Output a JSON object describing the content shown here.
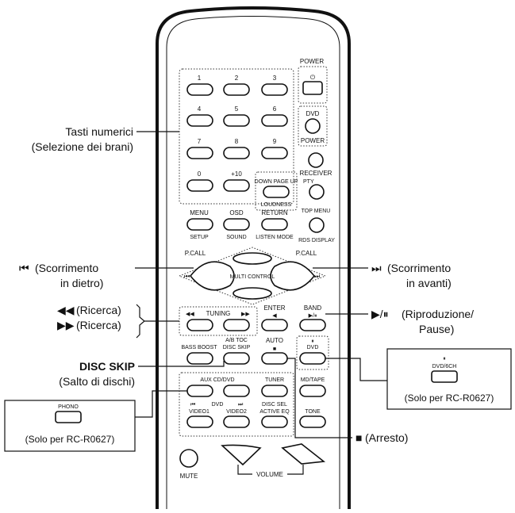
{
  "remote": {
    "numbers": [
      "1",
      "2",
      "3",
      "4",
      "5",
      "6",
      "7",
      "8",
      "9",
      "0",
      "+10"
    ],
    "power": "POWER",
    "power_symbol": "⏻",
    "dvd": "DVD",
    "dvd_power": "POWER",
    "receiver": "RECEIVER",
    "down_page_up": "DOWN PAGE UP",
    "pty": "PTY",
    "loudness": "LOUDNESS",
    "top_menu": "TOP MENU",
    "menu": "MENU",
    "osd": "OSD",
    "return": "RETURN",
    "setup": "SETUP",
    "sound": "SOUND",
    "listen_mode": "LISTEN MODE",
    "rds_display": "RDS DISPLAY",
    "pcall_left": "P.CALL",
    "pcall_right": "P.CALL",
    "multi_control": "MULTI CONTROL",
    "tuning": "TUNING",
    "enter": "ENTER",
    "auto": "AUTO",
    "band": "BAND",
    "bass_boost": "BASS BOOST",
    "ab_disc_skip_top": "A/B TOC",
    "disc_skip": "DISC SKIP",
    "dvd_small": "DVD",
    "aux_cd_dvd": "AUX CD/DVD",
    "tuner": "TUNER",
    "md_tape": "MD/TAPE",
    "dvd_transport": "DVD",
    "video1": "VIDEO1",
    "video2": "VIDEO2",
    "disc_sel": "DISC SEL",
    "active_eq": "ACTIVE EQ",
    "tone": "TONE",
    "mute": "MUTE",
    "volume": "VOLUME"
  },
  "callouts": {
    "numeric_keys": "Tasti numerici",
    "numeric_keys_sub": "(Selezione dei brani)",
    "skip_back_prefix": "⏮",
    "skip_back": "(Scorrimento",
    "skip_back_sub": "in dietro)",
    "skip_fwd_prefix": "⏭",
    "skip_fwd": "(Scorrimento",
    "skip_fwd_sub": "in avanti)",
    "search_back_prefix": "◀◀",
    "search_back": "(Ricerca)",
    "search_fwd_prefix": "▶▶",
    "search_fwd": "(Ricerca)",
    "play_pause_prefix": "▶/⏸",
    "play_pause": "(Riproduzione/",
    "play_pause_sub": "Pause)",
    "disc_skip": "DISC SKIP",
    "disc_skip_sub": "(Salto di dischi)",
    "stop_prefix": "■",
    "stop": "(Arresto)"
  },
  "insets": {
    "right_button": "DVD/6CH",
    "right_note": "(Solo per RC-R0627)",
    "left_button": "PHONO",
    "left_note": "(Solo per RC-R0627)"
  }
}
